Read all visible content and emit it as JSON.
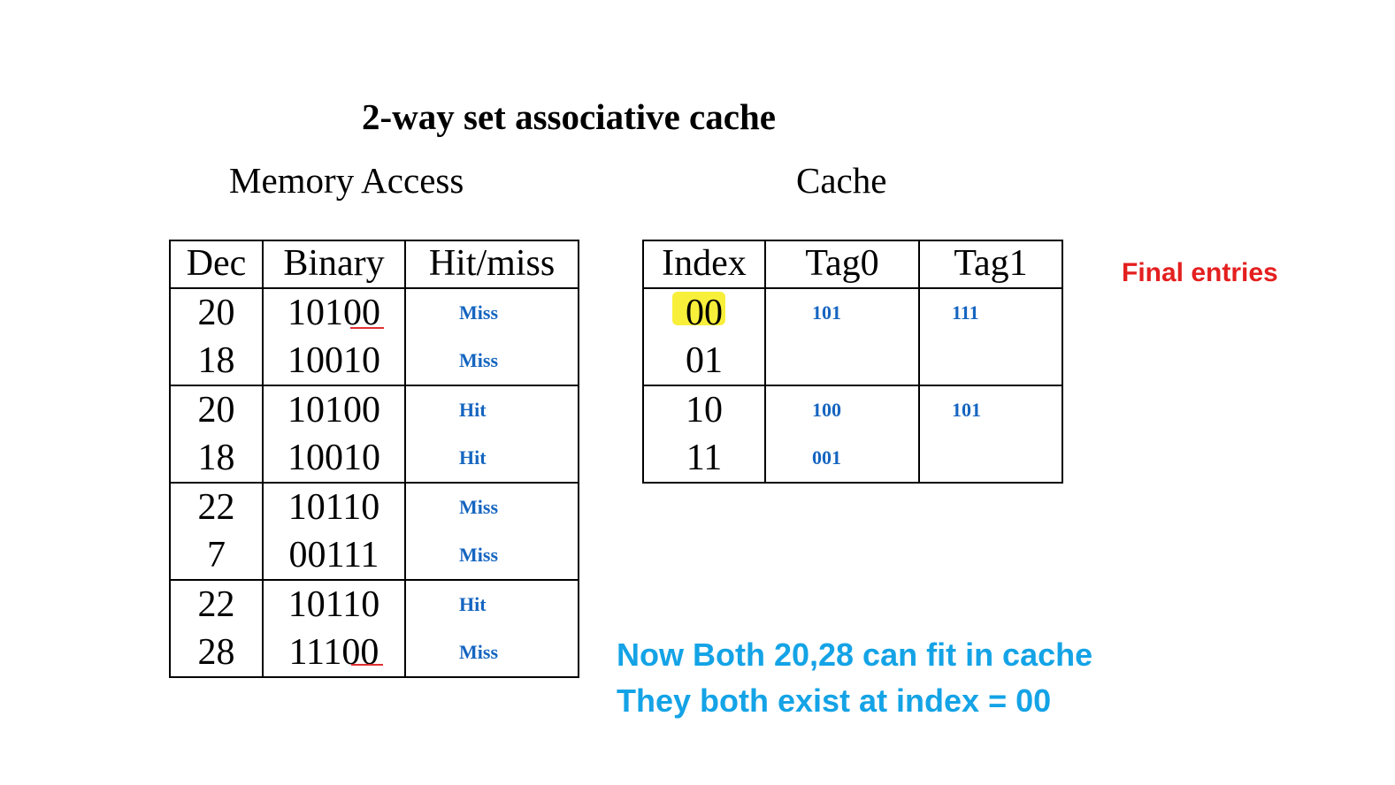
{
  "title": "2-way set associative cache",
  "memory_access": {
    "heading": "Memory Access",
    "columns": [
      "Dec",
      "Binary",
      "Hit/miss"
    ],
    "groups": [
      [
        {
          "dec": "20",
          "binary": "10100",
          "result": "Miss"
        },
        {
          "dec": "18",
          "binary": "10010",
          "result": "Miss"
        }
      ],
      [
        {
          "dec": "20",
          "binary": "10100",
          "result": "Hit"
        },
        {
          "dec": "18",
          "binary": "10010",
          "result": "Hit"
        }
      ],
      [
        {
          "dec": "22",
          "binary": "10110",
          "result": "Miss"
        },
        {
          "dec": "7",
          "binary": "00111",
          "result": "Miss"
        }
      ],
      [
        {
          "dec": "22",
          "binary": "10110",
          "result": "Hit"
        },
        {
          "dec": "28",
          "binary": "11100",
          "result": "Miss"
        }
      ]
    ]
  },
  "cache": {
    "heading": "Cache",
    "columns": [
      "Index",
      "Tag0",
      "Tag1"
    ],
    "groups": [
      [
        {
          "index": "00",
          "tag0": "101",
          "tag1": "111"
        },
        {
          "index": "01",
          "tag0": "",
          "tag1": ""
        }
      ],
      [
        {
          "index": "10",
          "tag0": "100",
          "tag1": "101"
        },
        {
          "index": "11",
          "tag0": "001",
          "tag1": ""
        }
      ]
    ]
  },
  "annotations": {
    "final_entries": "Final entries",
    "note_line1": "Now Both 20,28 can fit in cache",
    "note_line2": "They both exist at index = 00"
  },
  "colors": {
    "handwritten_blue": "#1565c0",
    "note_blue": "#14a3e6",
    "accent_red": "#e41f1f",
    "highlight_yellow": "#f7ef3a"
  }
}
